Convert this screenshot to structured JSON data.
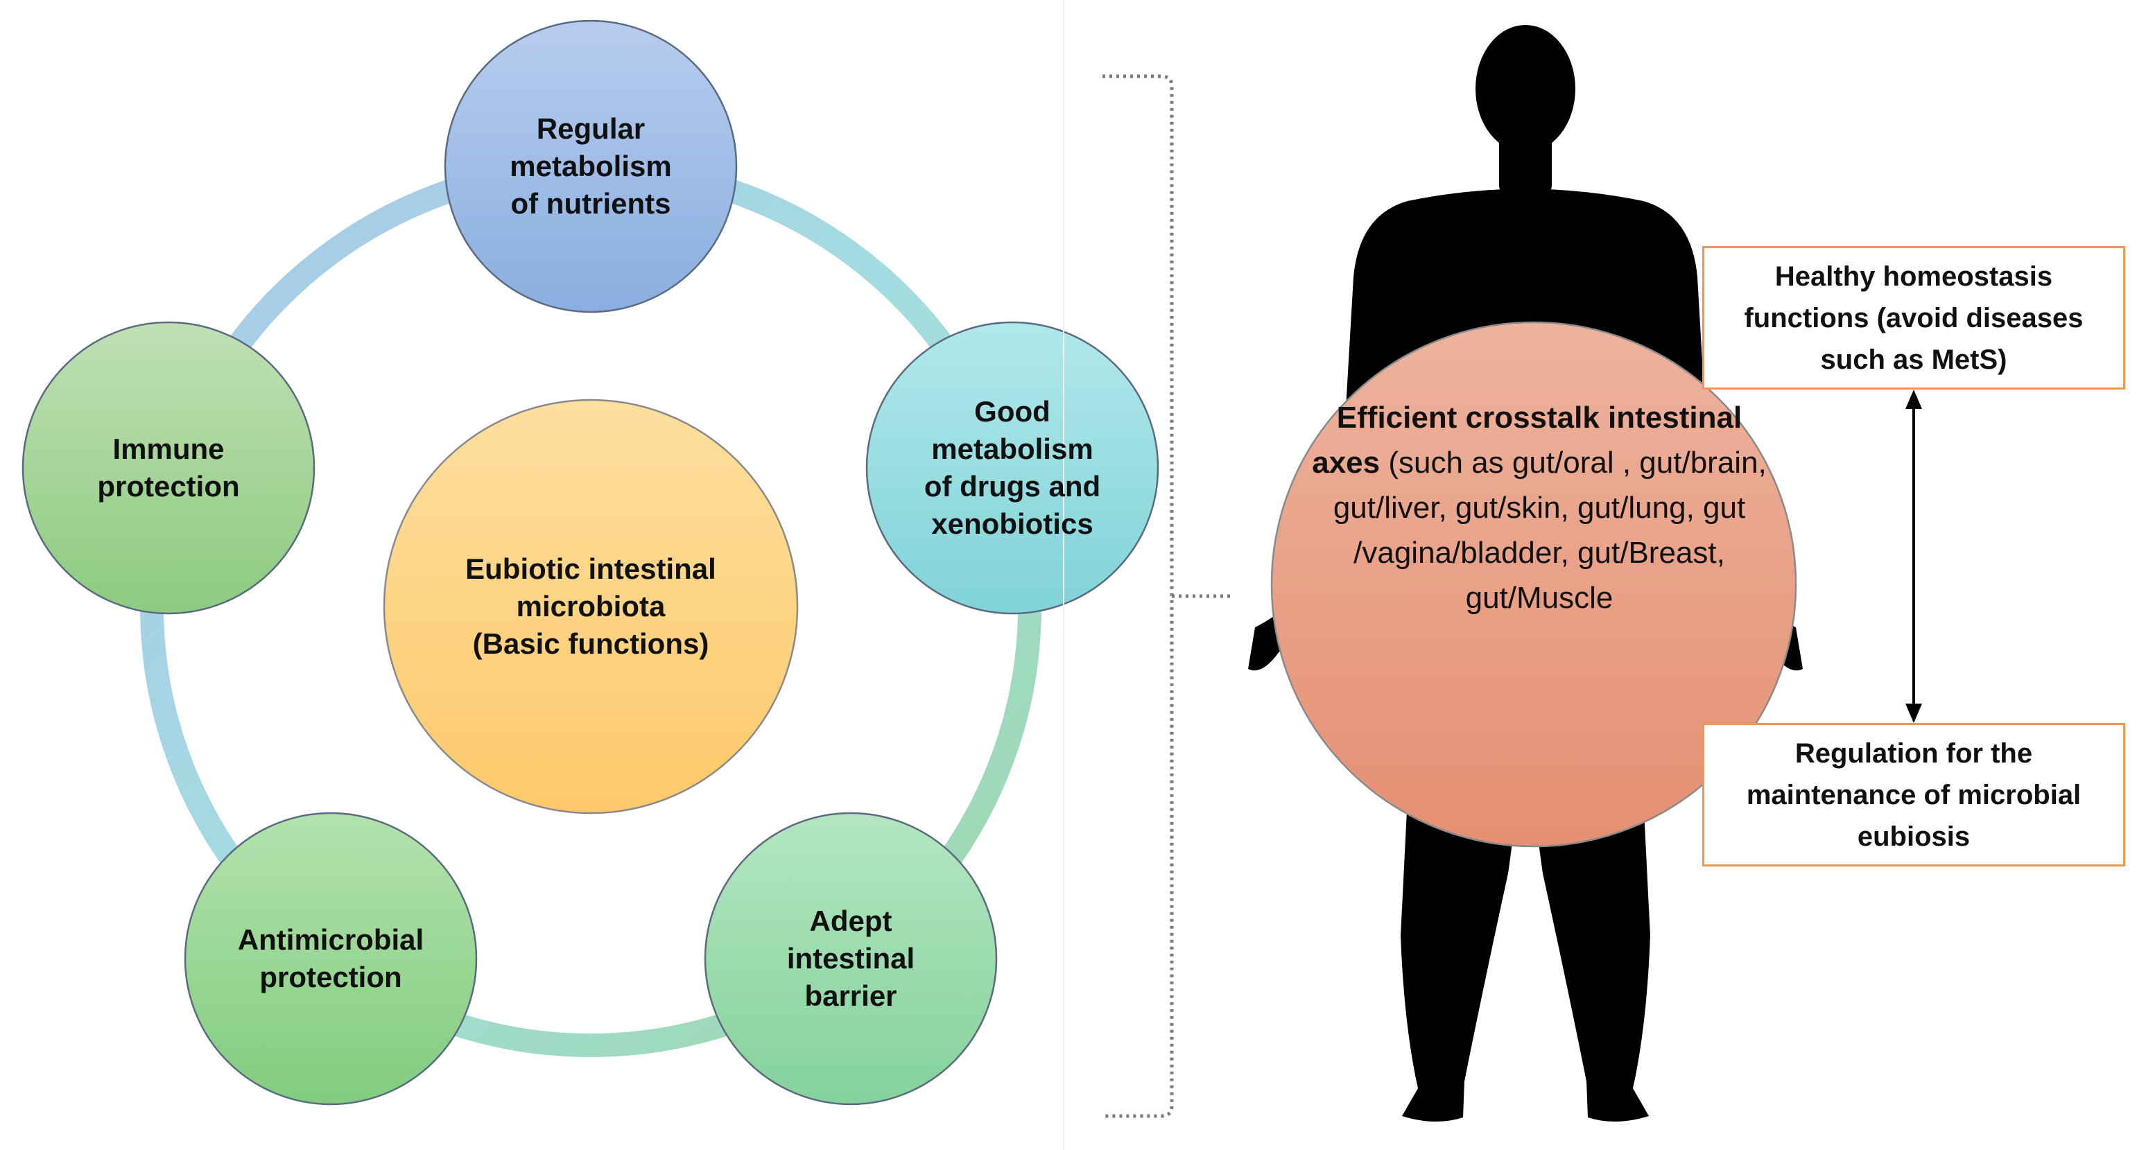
{
  "diagram": {
    "center": {
      "text": "Eubiotic intestinal\nmicrobiota\n(Basic functions)"
    },
    "functions": [
      {
        "id": "nutrients",
        "text": "Regular\nmetabolism\nof nutrients",
        "color": "#92b4e3"
      },
      {
        "id": "drugs",
        "text": "Good\nmetabolism\nof drugs and\nxenobiotics",
        "color": "#8ed9dd"
      },
      {
        "id": "barrier",
        "text": "Adept\nintestinal\nbarrier",
        "color": "#93d8a6"
      },
      {
        "id": "antimicrobial",
        "text": "Antimicrobial\nprotection",
        "color": "#8fd48e"
      },
      {
        "id": "immune",
        "text": "Immune\nprotection",
        "color": "#9dd08f"
      }
    ],
    "crosstalk": {
      "bold_text": "Efficient crosstalk intestinal axes",
      "text": "(such as gut/oral , gut/brain, gut/liver, gut/skin, gut/lung, gut /vagina/bladder, gut/Breast, gut/Muscle"
    },
    "outcomes": {
      "top": "Healthy homeostasis\nfunctions (avoid diseases\nsuch as MetS)",
      "bottom": "Regulation for the\nmaintenance of microbial\neubiosis"
    },
    "colors": {
      "ring_blue": "#a9c2e6",
      "ring_green": "#a6d6a2",
      "center_fill": "#fdd58a",
      "crosstalk_fill": "#e69a7f",
      "outcome_border": "#f0964e",
      "silhouette": "#000000"
    }
  }
}
